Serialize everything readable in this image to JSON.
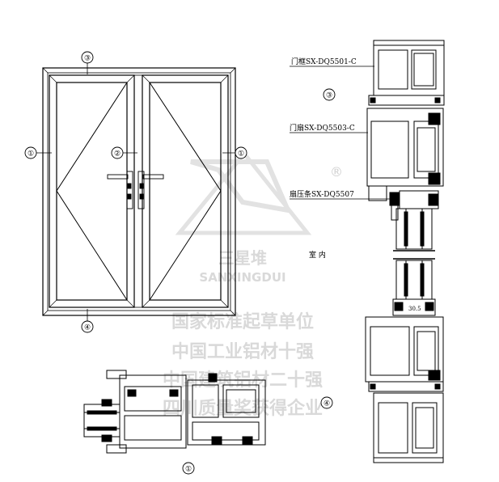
{
  "labels": {
    "frame": "门框SX-DQ5501-C",
    "sash": "门扇SX-DQ5503-C",
    "bead": "扇压条SX-DQ5507",
    "indoor": "室 内",
    "dim": "30.5"
  },
  "callouts": [
    "①",
    "②",
    "③",
    "④"
  ],
  "watermark": {
    "brand": "三星堆",
    "brand_en": "SANXINGDUI",
    "registered": "®",
    "line1": "国家标准起草单位",
    "line2": "中国工业铝材十强",
    "line3": "中国建筑铝材二十强",
    "line4": "四川质量奖获得企业"
  }
}
